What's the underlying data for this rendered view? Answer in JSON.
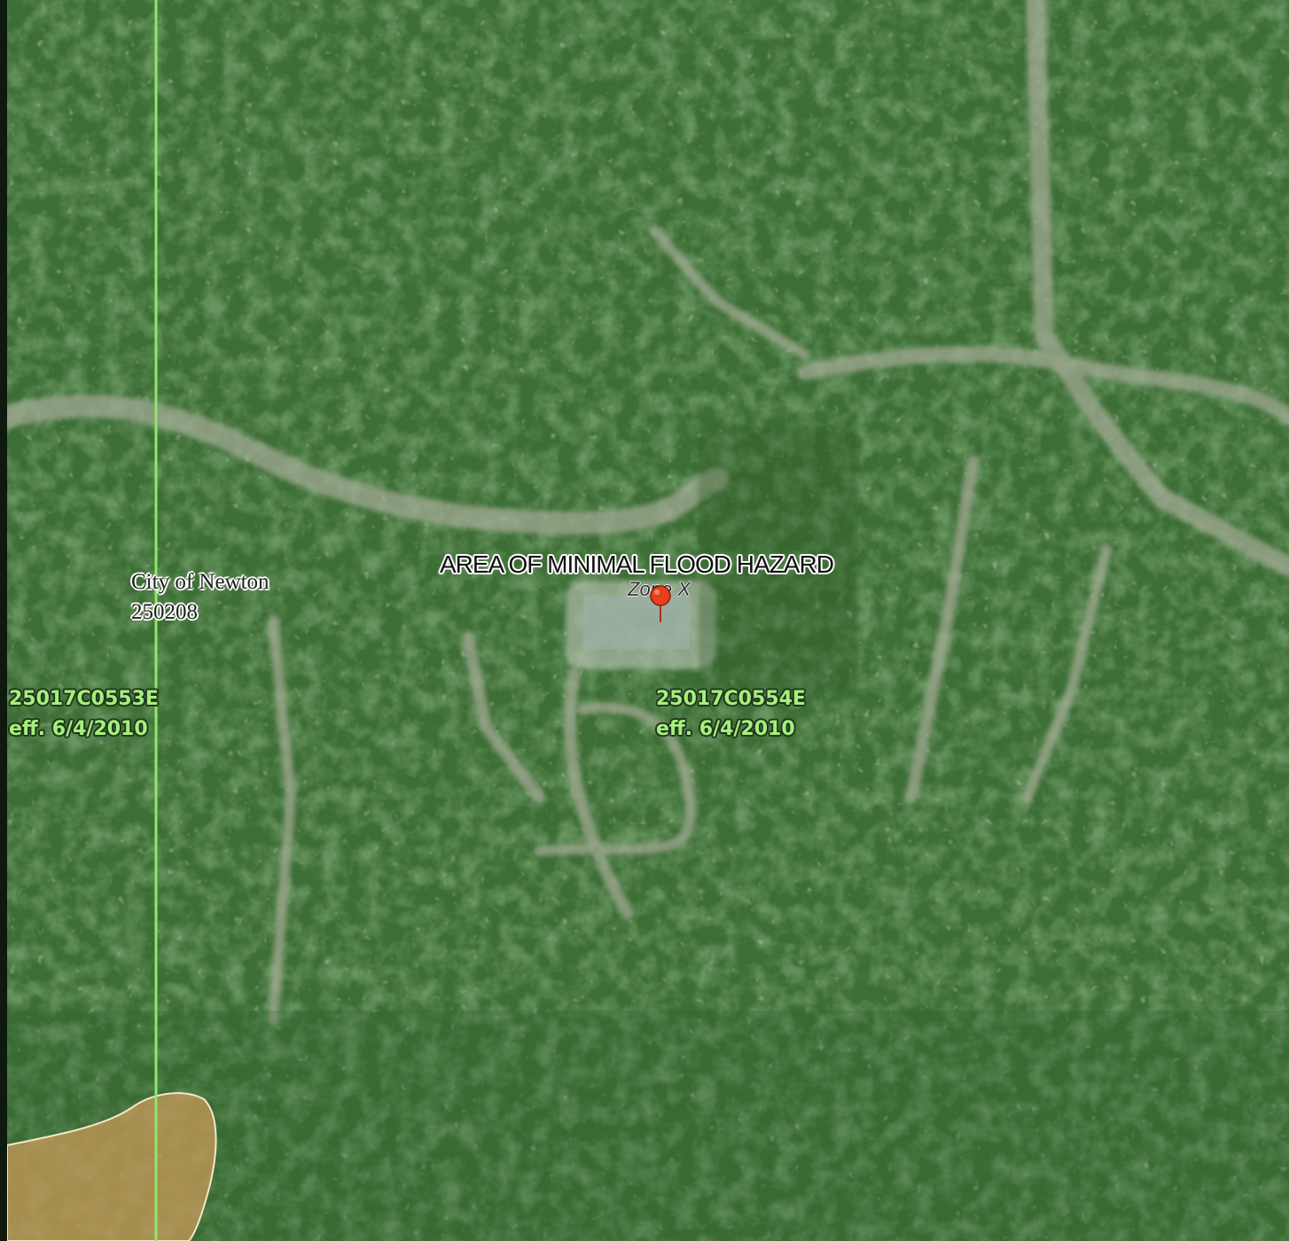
{
  "flood_zone": {
    "title": "AREA OF MINIMAL FLOOD HAZARD",
    "subtitle": "Zone X"
  },
  "community": {
    "name": "City of Newton",
    "id": "250208"
  },
  "panels": [
    {
      "number": "25017C0553E",
      "effective": "eff. 6/4/2010"
    },
    {
      "number": "25017C0554E",
      "effective": "eff. 6/4/2010"
    }
  ],
  "colors": {
    "boundary_line": "#8ee86a",
    "panel_label": "#a6f07a",
    "pin": "#e8401c",
    "hazard_area": "#c89a5a"
  },
  "icons": {
    "location_marker": "map-pin-icon"
  }
}
